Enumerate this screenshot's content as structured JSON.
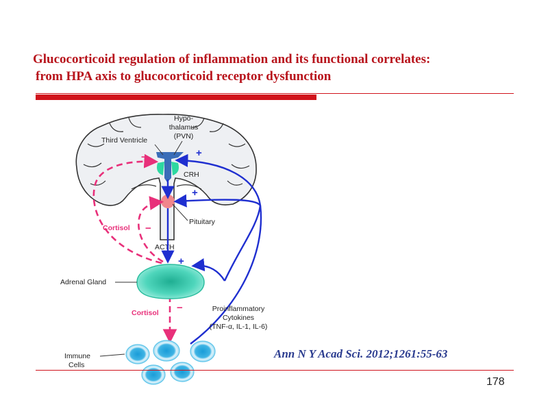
{
  "slide": {
    "title_line1": "Glucocorticoid regulation of inflammation and its functional correlates:",
    "title_line2": "from HPA axis to glucocorticoid receptor dysfunction",
    "citation": "Ann N Y Acad Sci. 2012;1261:55-63",
    "page_number": "178"
  },
  "diagram": {
    "labels": {
      "hypothalamus_1": "Hypo-",
      "hypothalamus_2": "thalamus",
      "hypothalamus_3": "(PVN)",
      "third_ventricle": "Third Ventricle",
      "crh": "CRH",
      "pituitary": "Pituitary",
      "acth": "ACTH",
      "cortisol_upper": "Cortisol",
      "cortisol_lower": "Cortisol",
      "adrenal_gland": "Adrenal Gland",
      "cytokines_1": "Proinflammatory",
      "cytokines_2": "Cytokines",
      "cytokines_3": "(TNF-α, IL-1, IL-6)",
      "immune_1": "Immune",
      "immune_2": "Cells"
    },
    "signs": {
      "plus_hypothalamus": "+",
      "plus_pituitary": "+",
      "plus_adrenal": "+",
      "minus_hypothalamus": "−",
      "minus_pituitary": "−",
      "minus_immune": "−"
    },
    "colors": {
      "stimulatory": "#1f2fd0",
      "inhibitory": "#e8307a",
      "adrenal": "#40d0b4",
      "immune": "#1a9cd8",
      "brain_fill": "#eef0f3"
    }
  }
}
